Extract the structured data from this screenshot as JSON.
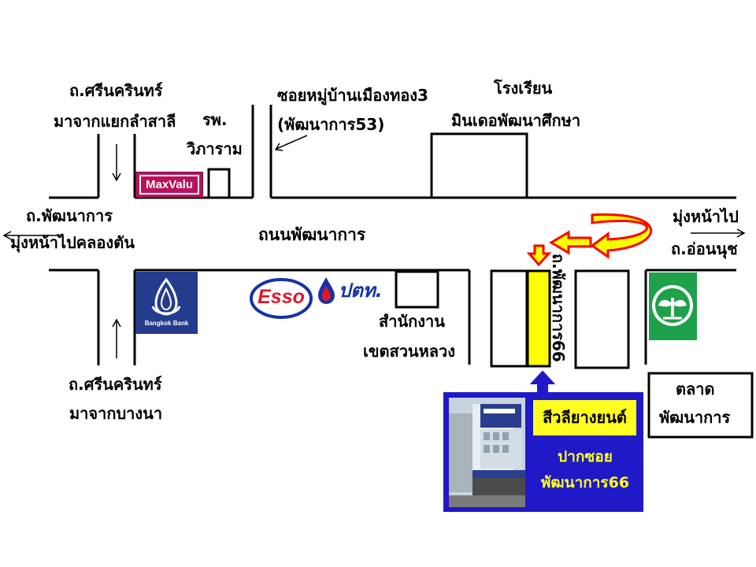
{
  "roads": {
    "srinakarin_north": "ถ.ศรีนครินทร์",
    "from_lamsali": "มาจากแยกลำสาลี",
    "pattanakarn_west": "ถ.พัฒนาการ",
    "to_khlongtan": "มุ่งหน้าไปคลองตัน",
    "srinakarin_south": "ถ.ศรีนครินทร์",
    "from_bangna": "มาจากบางนา",
    "main_road": "ถนนพัฒนาการ",
    "to_east": "มุ่งหน้าไป",
    "onnut": "ถ.อ่อนนุช",
    "soi66": "ถ.พัฒนาการ66"
  },
  "places": {
    "hospital_1": "รพ.",
    "hospital_2": "วิภาราม",
    "village_1": "ซอยหมู่บ้านเมืองทอง3",
    "village_2": "(พัฒนาการ53)",
    "school_1": "โรงเรียน",
    "school_2": "มินเดอพัฒนาศึกษา",
    "office_1": "สำนักงาน",
    "office_2": "เขตสวนหลวง",
    "market_1": "ตลาด",
    "market_2": "พัฒนาการ"
  },
  "logos": {
    "maxvalu": "MaxValu",
    "bangkok_bank": "Bangkok Bank",
    "esso": "Esso",
    "ptt": "ปตท."
  },
  "shop": {
    "name": "สีวลียางยนต์",
    "line1": "ปากซอย",
    "line2": "พัฒนาการ66"
  },
  "colors": {
    "soi_highlight": "#ffff00",
    "info_box": "#1f19c7",
    "arrow_fill": "#ffff00",
    "arrow_outline": "#ff0000",
    "shop_arrow": "#1f19c7"
  }
}
